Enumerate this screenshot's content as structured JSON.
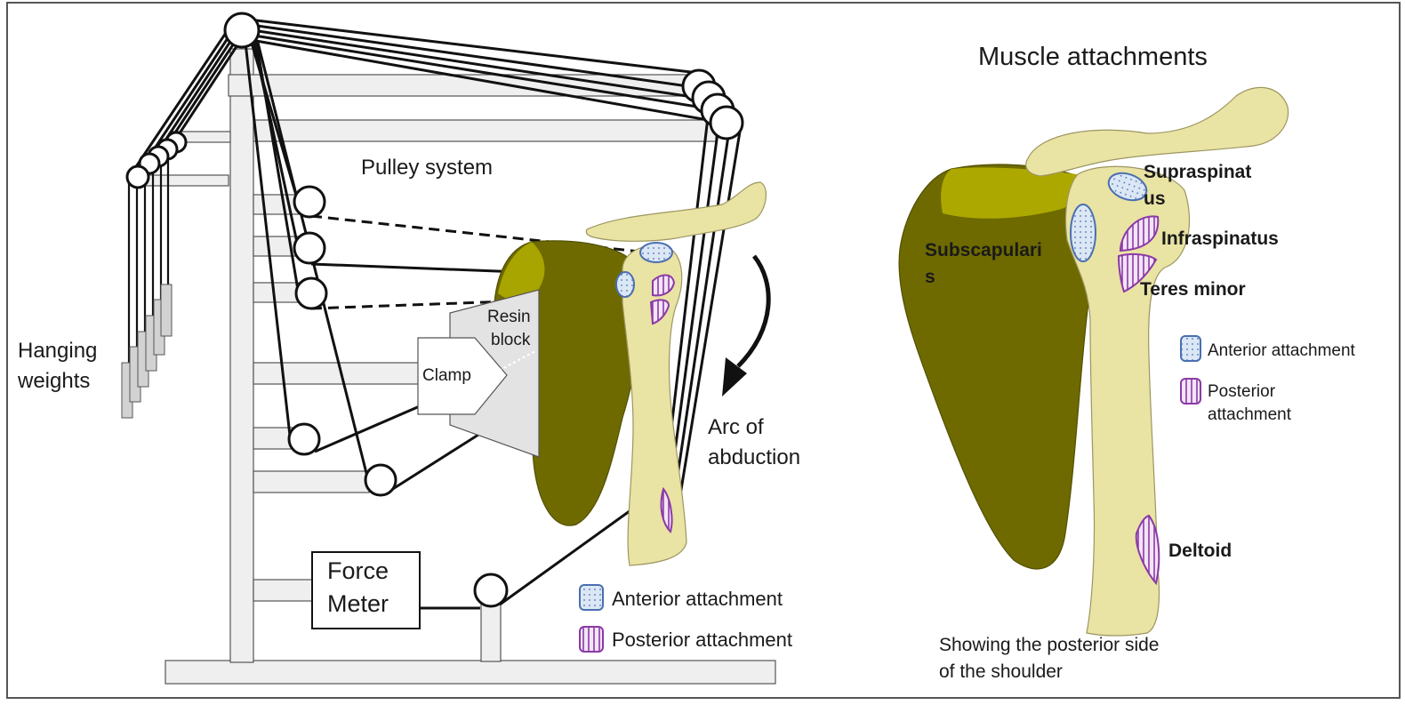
{
  "left_panel": {
    "pulley_label": "Pulley system",
    "hanging_label_line1": "Hanging",
    "hanging_label_line2": "weights",
    "resin_line1": "Resin",
    "resin_line2": "block",
    "clamp_label": "Clamp",
    "arc_line1": "Arc of",
    "arc_line2": "abduction",
    "force_line1": "Force",
    "force_line2": "Meter",
    "legend_anterior": "Anterior attachment",
    "legend_posterior": "Posterior attachment"
  },
  "right_panel": {
    "title": "Muscle attachments",
    "supraspinatus_line1": "Supraspinat",
    "supraspinatus_line2": "us",
    "infraspinatus": "Infraspinatus",
    "teres_minor": "Teres minor",
    "subscapularis_line1": "Subscapulari",
    "subscapularis_line2": "s",
    "deltoid": "Deltoid",
    "legend_anterior": "Anterior attachment",
    "legend_posterior_line1": "Posterior",
    "legend_posterior_line2": "attachment",
    "caption_line1": "Showing the posterior side",
    "caption_line2": "of the shoulder"
  },
  "colors": {
    "scapula": "#6e6a00",
    "humerus": "#e9e3a4",
    "anterior_outline": "#4a6fb0",
    "posterior_outline": "#8b3aa6"
  }
}
